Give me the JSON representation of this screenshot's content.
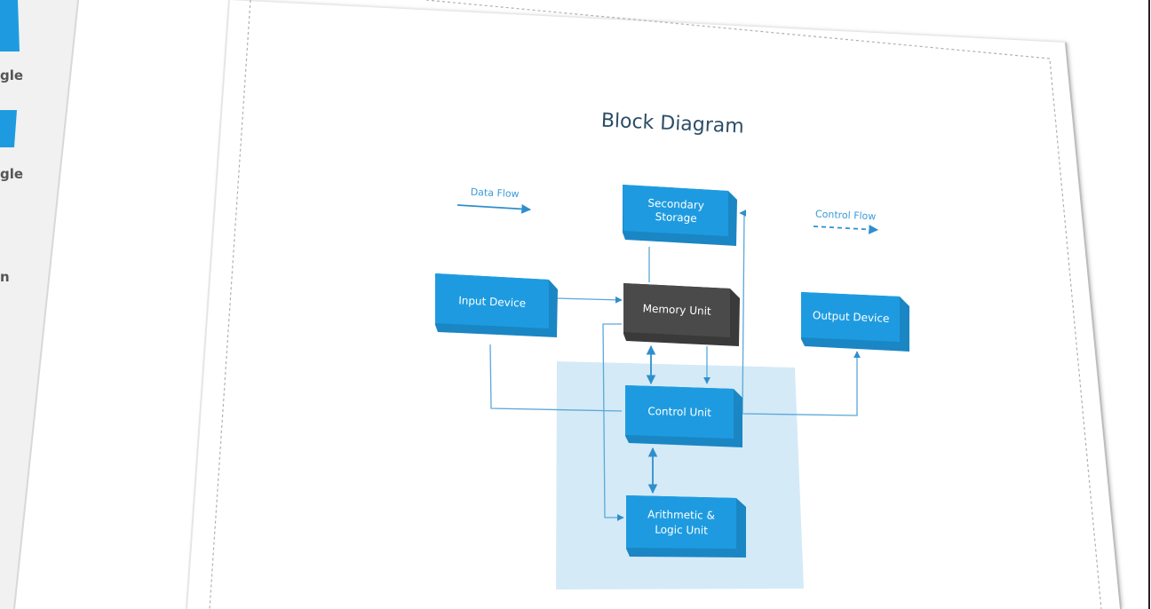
{
  "shape_panel": {
    "items": [
      {
        "label": "gle",
        "icon": "triangle-shape-icon"
      },
      {
        "label": "gle",
        "icon": "rectangle-shape-icon"
      },
      {
        "label": "n",
        "icon": ""
      }
    ]
  },
  "diagram": {
    "title": "Block Diagram",
    "legend": {
      "data_flow": "Data Flow",
      "control_flow": "Control Flow"
    },
    "blocks": {
      "secondary_storage": [
        "Secondary",
        "Storage"
      ],
      "input_device": "Input Device",
      "memory_unit": "Memory Unit",
      "output_device": "Output Device",
      "control_unit": "Control Unit",
      "alu": [
        "Arithmetic &",
        "Logic Unit"
      ]
    },
    "colors": {
      "block_blue": "#1e9be0",
      "block_blue_dark": "#1a86c4",
      "memory_gray": "#4a4a4a",
      "cpu_region": "#d4eaf7",
      "connector": "#5aa8d8",
      "title": "#2c4d66"
    }
  }
}
